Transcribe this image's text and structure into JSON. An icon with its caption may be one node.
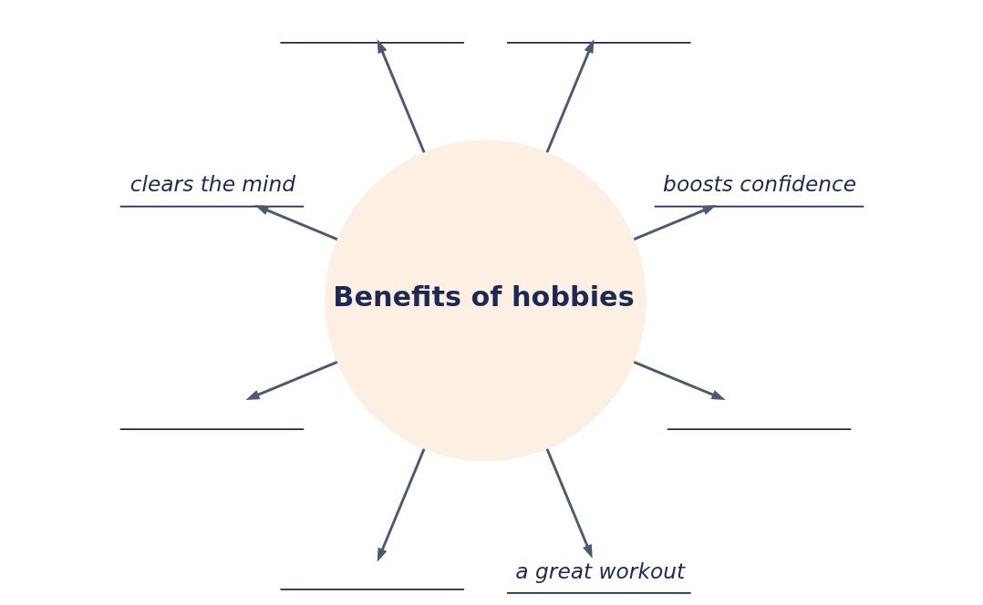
{
  "diagram": {
    "nodes": [
      {
        "text": [
          "Benefits of hobbies"
        ]
      },
      {
        "text": [
          "boosts confidence"
        ]
      },
      {
        "text": [],
        "shape": "line"
      },
      {
        "text": [],
        "shape": "line"
      },
      {
        "text": [
          "clears the mind"
        ]
      },
      {
        "text": [],
        "shape": "line"
      },
      {
        "text": [],
        "shape": "line"
      },
      {
        "text": [
          "a great workout"
        ]
      },
      {
        "text": [],
        "shape": "line"
      }
    ],
    "edges": [
      {
        "from": 0,
        "to": 1,
        "arrow": "to"
      },
      {
        "from": 0,
        "to": 2,
        "arrow": "to"
      },
      {
        "from": 0,
        "to": 3,
        "arrow": "to"
      },
      {
        "from": 0,
        "to": 4,
        "arrow": "to"
      },
      {
        "from": 0,
        "to": 5,
        "arrow": "to"
      },
      {
        "from": 0,
        "to": 6,
        "arrow": "to"
      },
      {
        "from": 0,
        "to": 7,
        "arrow": "to"
      },
      {
        "from": 0,
        "to": 8,
        "arrow": "to"
      }
    ]
  }
}
